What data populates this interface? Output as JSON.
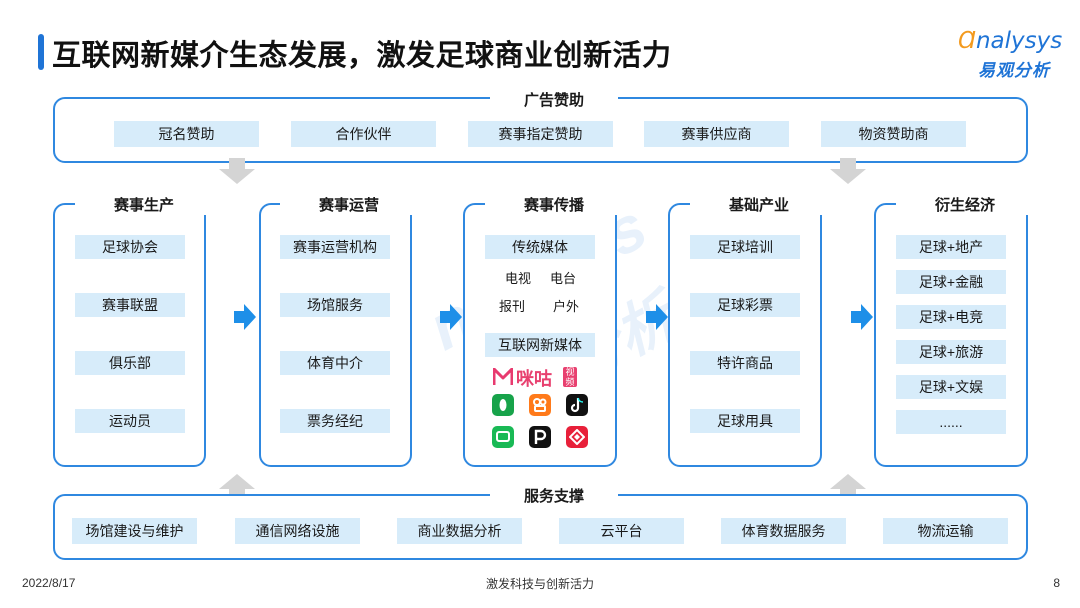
{
  "header": {
    "title": "互联网新媒介生态发展，激发足球商业创新活力",
    "logo_en": "nalysys",
    "logo_cn": "易观分析"
  },
  "top": {
    "title": "广告赞助",
    "items": [
      "冠名赞助",
      "合作伙伴",
      "赛事指定赞助",
      "赛事供应商",
      "物资赞助商"
    ]
  },
  "columns": [
    {
      "title": "赛事生产",
      "items": [
        "足球协会",
        "赛事联盟",
        "俱乐部",
        "运动员"
      ]
    },
    {
      "title": "赛事运营",
      "items": [
        "赛事运营机构",
        "场馆服务",
        "体育中介",
        "票务经纪"
      ]
    },
    {
      "title": "赛事传播",
      "traditional": "传统媒体",
      "trad_items": [
        "电视",
        "电台",
        "报刊",
        "户外"
      ],
      "internet": "互联网新媒体",
      "brand": "咪咕",
      "brand_tag": "视频"
    },
    {
      "title": "基础产业",
      "items": [
        "足球培训",
        "足球彩票",
        "特许商品",
        "足球用具"
      ]
    },
    {
      "title": "衍生经济",
      "items": [
        "足球+地产",
        "足球+金融",
        "足球+电竞",
        "足球+旅游",
        "足球+文娱",
        "......"
      ]
    }
  ],
  "bottom": {
    "title": "服务支撑",
    "items": [
      "场馆建设与维护",
      "通信网络设施",
      "商业数据分析",
      "云平台",
      "体育数据服务",
      "物流运输"
    ]
  },
  "footer": {
    "date": "2022/8/17",
    "center": "激发科技与创新活力",
    "page": "8"
  },
  "colors": {
    "accent": "#1f74d6",
    "panel_border": "#2f88e0",
    "tag_bg": "#d7ecfa",
    "arrow": "#1e8fe8",
    "gray_arrow": "#d4d4d4"
  }
}
